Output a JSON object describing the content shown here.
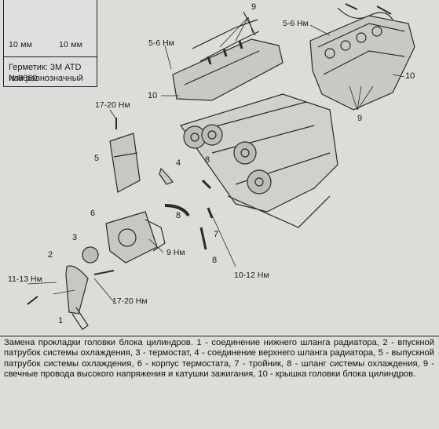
{
  "inset": {
    "dim_left": "10 мм",
    "dim_right": "10 мм",
    "sealant_line1": "Герметик: 3М ATD №8660",
    "sealant_line2": "или равнозначный"
  },
  "torque_labels": {
    "t_5_6_left": "5-6 Нм",
    "t_5_6_right": "5-6 Нм",
    "t_17_20_top": "17-20 Нм",
    "t_9": "9 Нм",
    "t_11_13": "11-13 Нм",
    "t_17_20_bottom": "17-20 Нм",
    "t_10_12": "10-12 Нм"
  },
  "part_numbers": {
    "n9_top": "9",
    "n10_left": "10",
    "n10_right": "10",
    "n9_right": "9",
    "n5": "5",
    "n4": "4",
    "n8_top": "8",
    "n6": "6",
    "n8_mid": "8",
    "n3": "3",
    "n7": "7",
    "n8_bottom": "8",
    "n2": "2",
    "n1": "1"
  },
  "caption": "Замена прокладки головки блока цилиндров. 1 - соединение нижнего шланга радиатора, 2 - впускной патрубок системы охлаждения, 3 - термостат, 4 - соединение верхнего шланга радиатора, 5 - выпускной патрубок системы охлаждения, 6 - корпус термостата, 7 - тройник, 8 - шланг системы охлаждения, 9 - свечные провода высокого напряжения и катушки зажигания, 10 - крышка головки блока цилиндров."
}
